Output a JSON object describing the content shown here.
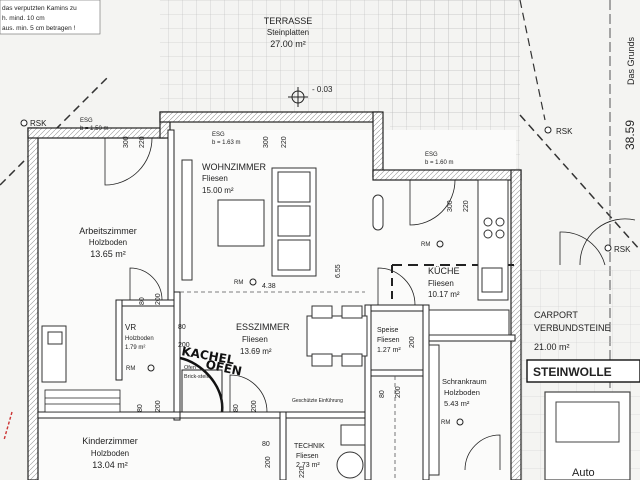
{
  "note_top_left": [
    "das verputzten Kamins zu",
    "h. mind. 10 cm",
    "aus. min. 5 cm betragen !"
  ],
  "markers": {
    "rsk": "RSK",
    "elev": "- 0.03",
    "vertical_dim": "38.59",
    "vertical_text": "Das Grunds"
  },
  "rooms": {
    "terrasse": {
      "name": "TERRASSE",
      "floor": "Steinplatten",
      "area": "27.00 m²"
    },
    "wohnzimmer": {
      "name": "WOHNZIMMER",
      "floor": "Fliesen",
      "area": "15.00 m²"
    },
    "arbeitszimmer": {
      "name": "Arbeitszimmer",
      "floor": "Holzboden",
      "area": "13.65 m²"
    },
    "kueche": {
      "name": "KÜCHE",
      "floor": "Fliesen",
      "area": "10.17 m²"
    },
    "esszimmer": {
      "name": "ESSZIMMER",
      "floor": "Fliesen",
      "area": "13.69 m²"
    },
    "vr": {
      "name": "VR",
      "floor": "Holzboden",
      "area": "1.79 m²"
    },
    "speise": {
      "name": "Speise",
      "floor": "Fliesen",
      "area": "1.27 m²"
    },
    "schrankraum": {
      "name": "Schrankraum",
      "floor": "Holzboden",
      "area": "5.43 m²"
    },
    "carport": {
      "name": "CARPORT",
      "floor": "VERBUNDSTEINE",
      "area": "21.00 m²"
    },
    "kinderzimmer": {
      "name": "Kinderzimmer",
      "floor": "Holzboden",
      "area": "13.04 m²"
    },
    "technik": {
      "name": "TECHNIK",
      "floor": "Fliesen",
      "area": "2.73 m²"
    }
  },
  "dims": {
    "d80": "80",
    "d200": "200",
    "d220": "220",
    "d300": "300",
    "d438": "4.38",
    "d655": "6.55"
  },
  "ess_labels": [
    "ESG",
    "b = 1.50 m",
    "b = 1.63 m",
    "b = 1.60 m"
  ],
  "rm": "RM",
  "handwritten": {
    "line1": "KACHEL",
    "line2": "OFEN"
  },
  "small_notes": {
    "stoffe": "Geschützte Einführung",
    "brick": "Brick-stelle",
    "ofen": "Ofen"
  },
  "stamp": "STEINWOLLE",
  "car": "Auto"
}
